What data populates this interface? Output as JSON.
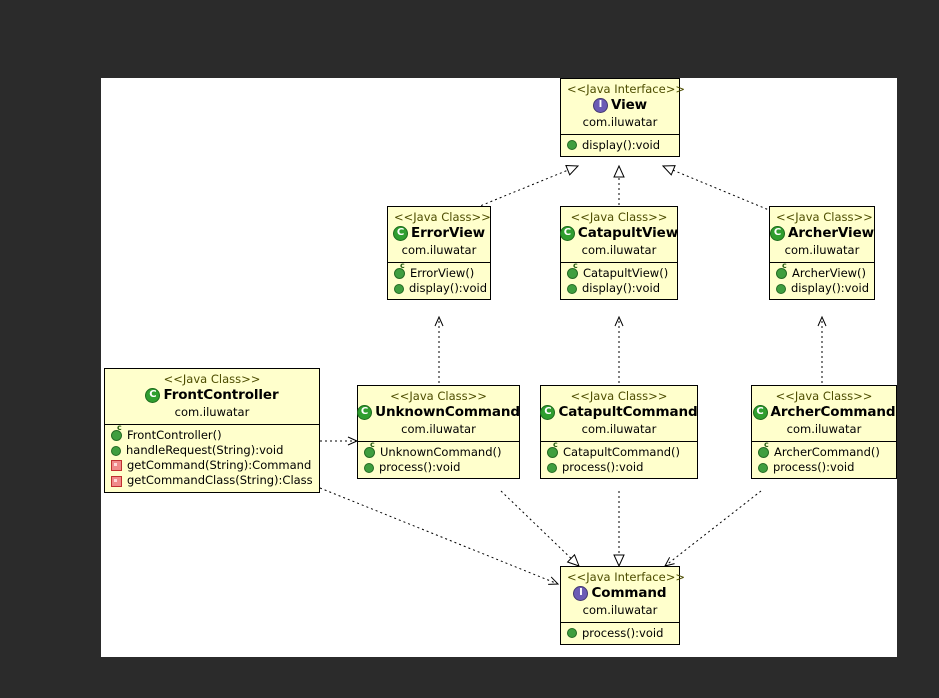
{
  "canvas": {
    "background": "#ffffff",
    "page_background": "#2b2b2b",
    "box_fill": "#ffffcc",
    "box_border": "#000000",
    "stereotype_color": "#4d4d00"
  },
  "icons": {
    "class": "class-icon",
    "interface": "interface-icon",
    "public_method": "public-member-icon",
    "constructor": "constructor-icon",
    "private_method": "private-member-icon",
    "class_letter": "C",
    "interface_letter": "I"
  },
  "classes": [
    {
      "id": "view",
      "stereotype": "<<Java Interface>>",
      "name": "View",
      "package": "com.iluwatar",
      "kind": "interface",
      "members": [
        {
          "icon": "public",
          "label": "display():void"
        }
      ]
    },
    {
      "id": "errorview",
      "stereotype": "<<Java Class>>",
      "name": "ErrorView",
      "package": "com.iluwatar",
      "kind": "class",
      "members": [
        {
          "icon": "ctor",
          "label": "ErrorView()"
        },
        {
          "icon": "public",
          "label": "display():void"
        }
      ]
    },
    {
      "id": "catapultview",
      "stereotype": "<<Java Class>>",
      "name": "CatapultView",
      "package": "com.iluwatar",
      "kind": "class",
      "members": [
        {
          "icon": "ctor",
          "label": "CatapultView()"
        },
        {
          "icon": "public",
          "label": "display():void"
        }
      ]
    },
    {
      "id": "archerview",
      "stereotype": "<<Java Class>>",
      "name": "ArcherView",
      "package": "com.iluwatar",
      "kind": "class",
      "members": [
        {
          "icon": "ctor",
          "label": "ArcherView()"
        },
        {
          "icon": "public",
          "label": "display():void"
        }
      ]
    },
    {
      "id": "frontcontroller",
      "stereotype": "<<Java Class>>",
      "name": "FrontController",
      "package": "com.iluwatar",
      "kind": "class",
      "members": [
        {
          "icon": "ctor",
          "label": "FrontController()"
        },
        {
          "icon": "public",
          "label": "handleRequest(String):void"
        },
        {
          "icon": "private",
          "label": "getCommand(String):Command"
        },
        {
          "icon": "private",
          "label": "getCommandClass(String):Class"
        }
      ]
    },
    {
      "id": "unknowncommand",
      "stereotype": "<<Java Class>>",
      "name": "UnknownCommand",
      "package": "com.iluwatar",
      "kind": "class",
      "members": [
        {
          "icon": "ctor",
          "label": "UnknownCommand()"
        },
        {
          "icon": "public",
          "label": "process():void"
        }
      ]
    },
    {
      "id": "catapultcommand",
      "stereotype": "<<Java Class>>",
      "name": "CatapultCommand",
      "package": "com.iluwatar",
      "kind": "class",
      "members": [
        {
          "icon": "ctor",
          "label": "CatapultCommand()"
        },
        {
          "icon": "public",
          "label": "process():void"
        }
      ]
    },
    {
      "id": "archercommand",
      "stereotype": "<<Java Class>>",
      "name": "ArcherCommand",
      "package": "com.iluwatar",
      "kind": "class",
      "members": [
        {
          "icon": "ctor",
          "label": "ArcherCommand()"
        },
        {
          "icon": "public",
          "label": "process():void"
        }
      ]
    },
    {
      "id": "command",
      "stereotype": "<<Java Interface>>",
      "name": "Command",
      "package": "com.iluwatar",
      "kind": "interface",
      "members": [
        {
          "icon": "public",
          "label": "process():void"
        }
      ]
    }
  ],
  "relations": [
    {
      "from": "errorview",
      "to": "view",
      "type": "realization"
    },
    {
      "from": "catapultview",
      "to": "view",
      "type": "realization"
    },
    {
      "from": "archerview",
      "to": "view",
      "type": "realization"
    },
    {
      "from": "unknowncommand",
      "to": "errorview",
      "type": "dependency"
    },
    {
      "from": "catapultcommand",
      "to": "catapultview",
      "type": "dependency"
    },
    {
      "from": "archercommand",
      "to": "archerview",
      "type": "dependency"
    },
    {
      "from": "unknowncommand",
      "to": "command",
      "type": "realization"
    },
    {
      "from": "catapultcommand",
      "to": "command",
      "type": "realization"
    },
    {
      "from": "archercommand",
      "to": "command",
      "type": "realization"
    },
    {
      "from": "frontcontroller",
      "to": "unknowncommand",
      "type": "dependency"
    },
    {
      "from": "frontcontroller",
      "to": "command",
      "type": "dependency"
    }
  ]
}
